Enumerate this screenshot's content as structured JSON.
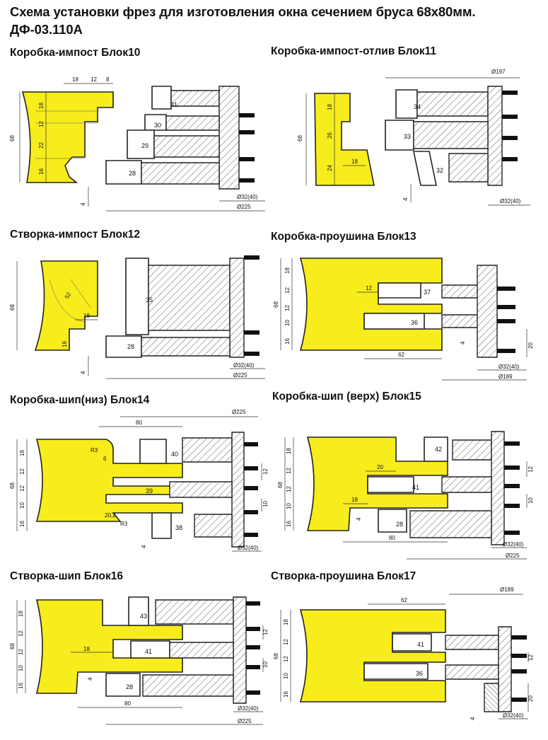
{
  "page": {
    "title_line1": "Схема установки фрез для изготовления окна сечением бруса 68х80мм.",
    "title_line2": "ДФ-03.110А"
  },
  "panels": [
    {
      "title": "Коробка-импост Блок10",
      "labels": {
        "a": "18",
        "b": "12",
        "c": "8",
        "h": "68",
        "v1": "18",
        "v2": "12",
        "v3": "22",
        "v4": "16",
        "c1": "31",
        "c2": "30",
        "c3": "29",
        "c4": "28",
        "gap": "4",
        "d1": "Ø32(40)",
        "d2": "Ø225"
      }
    },
    {
      "title": "Коробка-импост-отлив Блок11",
      "labels": {
        "dtop": "Ø197",
        "h": "68",
        "v1": "18",
        "v2": "26",
        "v3": "24",
        "w": "18",
        "c1": "34",
        "c2": "33",
        "c3": "32",
        "gap": "4",
        "d1": "Ø32(40)"
      }
    },
    {
      "title": "Створка-импост Блок12",
      "labels": {
        "h": "68",
        "r": "52",
        "w": "18",
        "v": "16",
        "c1": "35",
        "c2": "28",
        "gap": "4",
        "d1": "Ø32(40)",
        "d2": "Ø225"
      }
    },
    {
      "title": "Коробка-проушина Блок13",
      "labels": {
        "h": "68",
        "v1": "18",
        "v2": "12",
        "v3": "12",
        "v4": "10",
        "v5": "16",
        "w": "12",
        "c1": "37",
        "c2": "36",
        "len": "62",
        "gap": "4",
        "r": "20",
        "d1": "Ø32(40)",
        "d2": "Ø189"
      }
    },
    {
      "title": "Коробка-шип(низ) Блок14",
      "labels": {
        "dtop": "Ø225",
        "len": "80",
        "h": "68",
        "v1": "18",
        "v2": "12",
        "v3": "12",
        "v4": "10",
        "v5": "16",
        "r1": "R3",
        "r2": "R3",
        "six": "6",
        "w": "20,2",
        "c1": "40",
        "c2": "39",
        "c3": "38",
        "r12": "12",
        "r10": "10",
        "gap": "4",
        "d1": "Ø32(40)"
      }
    },
    {
      "title": "Коробка-шип (верх) Блок15",
      "labels": {
        "h": "68",
        "v1": "18",
        "v2": "12",
        "v3": "12",
        "v4": "10",
        "v5": "16",
        "w1": "20",
        "w2": "18",
        "c1": "42",
        "c2": "41",
        "c3": "28",
        "len": "80",
        "r12": "12",
        "r10": "10",
        "gap": "4",
        "d1": "Ø32(40)",
        "d2": "Ø225"
      }
    },
    {
      "title": "Створка-шип Блок16",
      "labels": {
        "h": "68",
        "v1": "18",
        "v2": "12",
        "v3": "12",
        "v4": "10",
        "v5": "16",
        "w": "18",
        "c1": "43",
        "c2": "41",
        "c3": "28",
        "len": "80",
        "r12": "12",
        "r10": "10",
        "gap": "4",
        "d1": "Ø32(40)",
        "d2": "Ø225"
      }
    },
    {
      "title": "Створка-проушина Блок17",
      "labels": {
        "dtop": "Ø189",
        "len": "62",
        "h": "68",
        "v1": "18",
        "v2": "12",
        "v3": "12",
        "v4": "10",
        "v5": "16",
        "c1": "41",
        "c2": "36",
        "r12": "12",
        "r20": "20",
        "gap": "4",
        "d1": "Ø32(40)"
      }
    }
  ]
}
